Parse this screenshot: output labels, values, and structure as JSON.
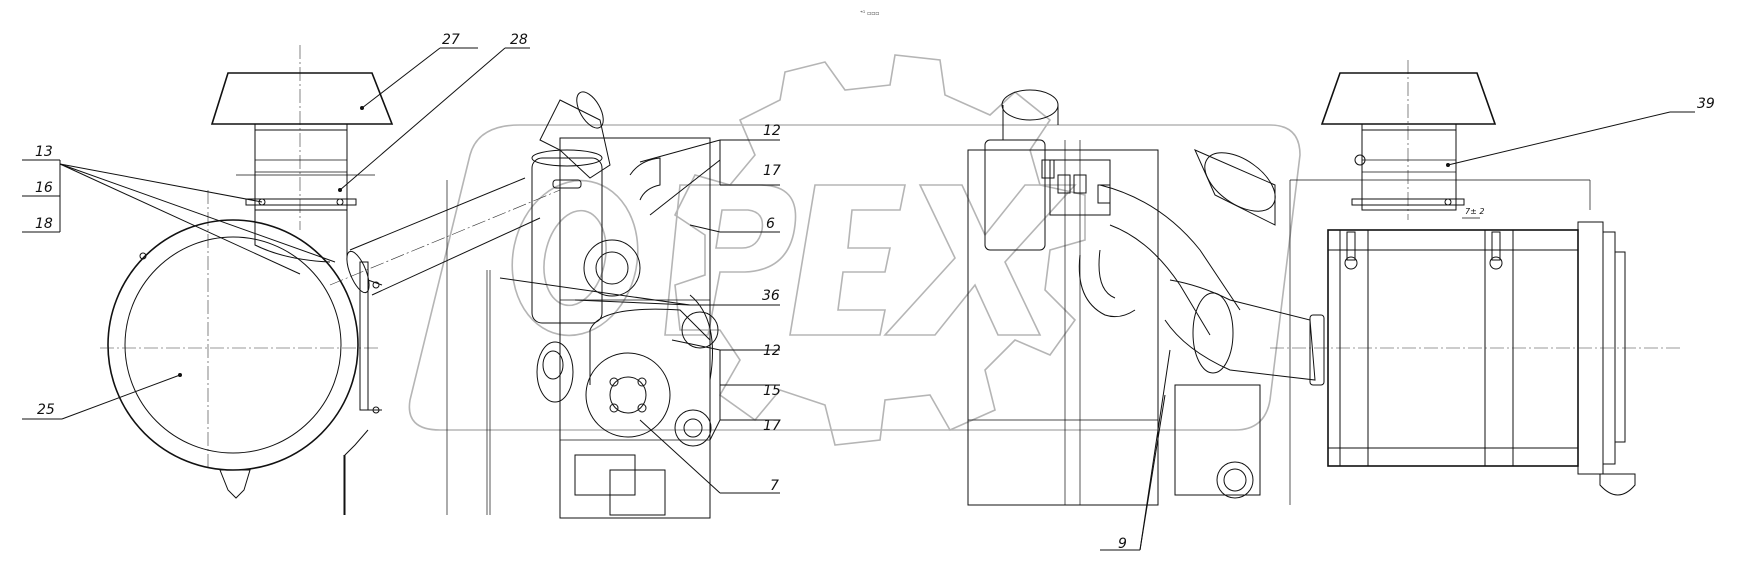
{
  "header_text": "ᐩᴳ ▫▫▫",
  "watermark": {
    "text": "OPEX",
    "color": "#b5b5b5"
  },
  "callouts": {
    "c27": "27",
    "c28": "28",
    "c13": "13",
    "c16": "16",
    "c18": "18",
    "c25": "25",
    "c12a": "12",
    "c17a": "17",
    "c6": "6",
    "c36": "36",
    "c12b": "12",
    "c15": "15",
    "c17b": "17",
    "c7": "7",
    "c9": "9",
    "c39": "39"
  },
  "dimension_label": "7± 2",
  "line_color": "#111111"
}
